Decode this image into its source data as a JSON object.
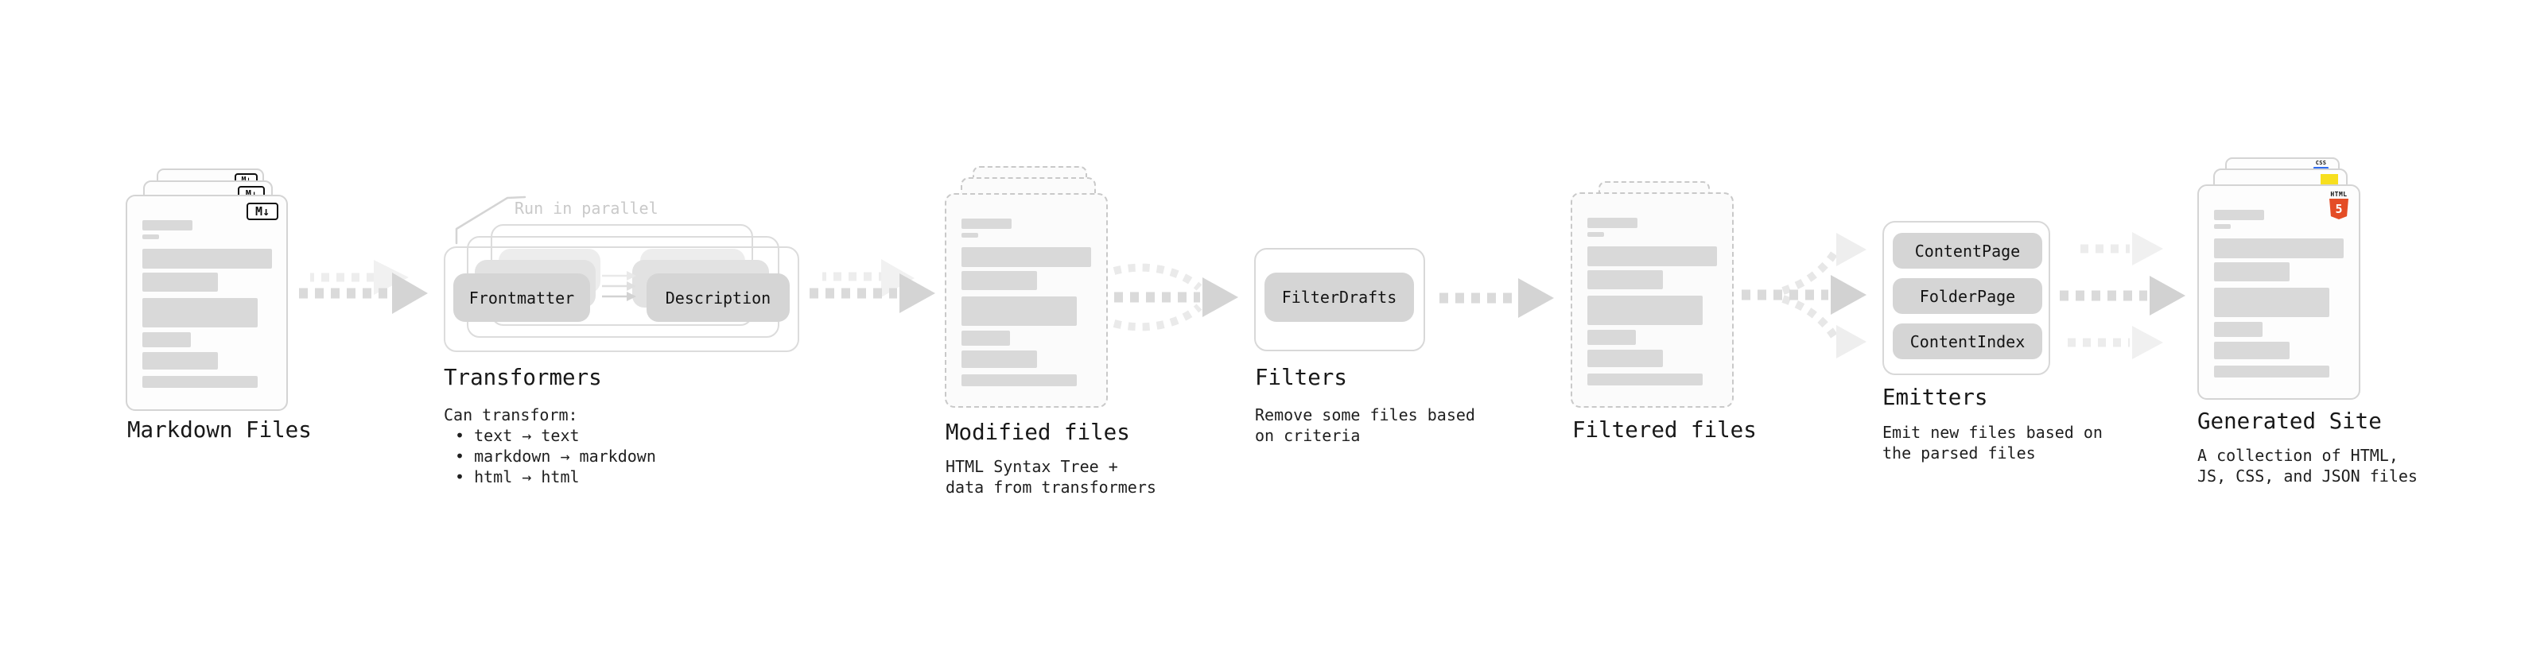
{
  "stages": [
    {
      "label": "Markdown Files"
    },
    {
      "label": "Transformers",
      "note": "Run in parallel",
      "pills": [
        "Frontmatter",
        "Description"
      ],
      "caption_lines": [
        "Can transform:",
        "• text → text",
        "• markdown → markdown",
        "• html → html"
      ]
    },
    {
      "label": "Modified files",
      "caption_lines": [
        "HTML Syntax Tree +",
        "data from transformers"
      ]
    },
    {
      "label": "Filters",
      "pills": [
        "FilterDrafts"
      ],
      "caption_lines": [
        "Remove some files based",
        "on criteria"
      ]
    },
    {
      "label": "Filtered files"
    },
    {
      "label": "Emitters",
      "pills": [
        "ContentPage",
        "FolderPage",
        "ContentIndex"
      ],
      "caption_lines": [
        "Emit new files based on",
        "the parsed files"
      ]
    },
    {
      "label": "Generated Site",
      "caption_lines": [
        "A collection of HTML,",
        "JS, CSS, and JSON files"
      ]
    }
  ],
  "file_badges": {
    "markdown": "M↓",
    "html_label": "HTML",
    "html_number": "5",
    "css": "CSS"
  },
  "colors": {
    "html5_orange": "#e44d26",
    "js_yellow": "#f7df1e",
    "css_blue": "#2e6bf0",
    "card_border": "#d4d4d4",
    "pill_gray": "#d5d5d5"
  }
}
